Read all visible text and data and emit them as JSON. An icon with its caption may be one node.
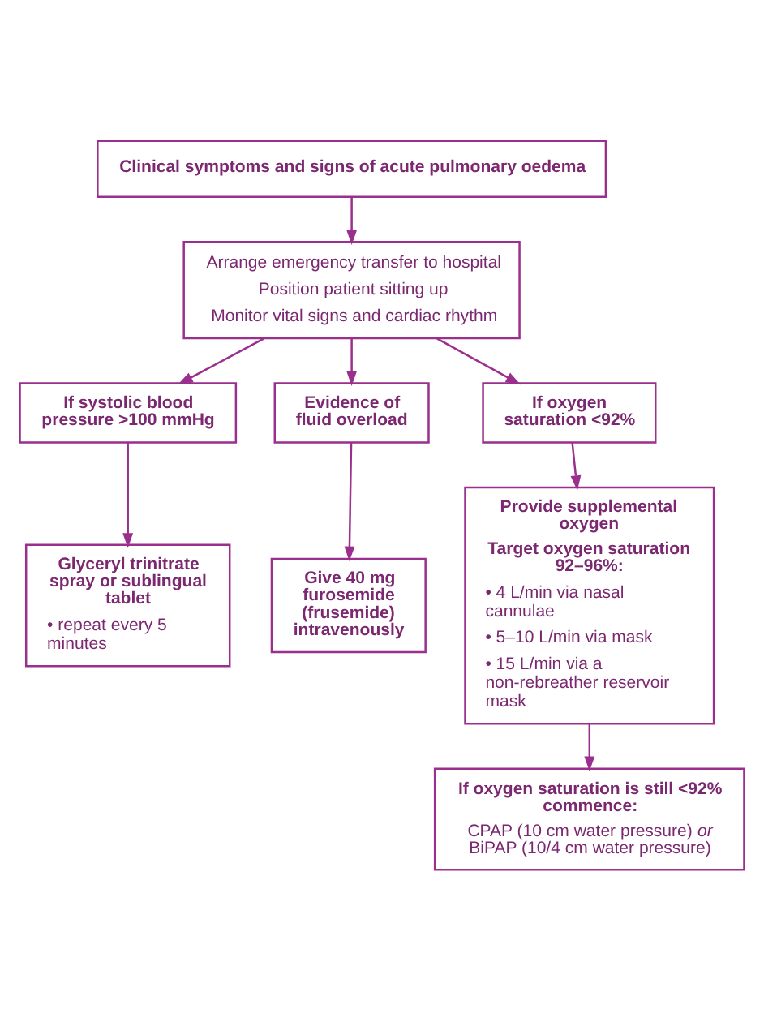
{
  "diagram": {
    "nodes": [
      {
        "text": [
          "Clinical symptoms and signs of acute pulmonary oedema"
        ]
      },
      {
        "text": [
          "Arrange emergency transfer to hospital",
          "Position patient sitting up",
          "Monitor vital signs and cardiac rhythm"
        ]
      },
      {
        "text": [
          "If systolic blood pressure >100 mmHg"
        ]
      },
      {
        "text": [
          "Evidence of fluid overload"
        ]
      },
      {
        "text": [
          "If oxygen saturation <92%"
        ]
      },
      {
        "text": [
          "Glyceryl trinitrate spray or sublingual tablet",
          "• repeat every 5 minutes"
        ]
      },
      {
        "text": [
          "Give 40 mg furosemide (frusemide) intravenously"
        ]
      },
      {
        "text": [
          "Provide supplemental oxygen",
          "Target oxygen saturation 92–96%:",
          "• 4 L/min via nasal cannulae",
          "• 5–10 L/min via mask",
          "• 15 L/min via a non-rebreather reservoir mask"
        ]
      },
      {
        "text": [
          "If oxygen saturation is still <92% commence:",
          "CPAP (10 cm water pressure) *or* BiPAP (10/4 cm water pressure)"
        ]
      }
    ],
    "edges": [
      {
        "from": 0,
        "to": 1,
        "arrow": "to"
      },
      {
        "from": 1,
        "to": 2,
        "arrow": "to"
      },
      {
        "from": 1,
        "to": 3,
        "arrow": "to"
      },
      {
        "from": 1,
        "to": 4,
        "arrow": "to"
      },
      {
        "from": 2,
        "to": 5,
        "arrow": "to"
      },
      {
        "from": 3,
        "to": 6,
        "arrow": "to"
      },
      {
        "from": 4,
        "to": 7,
        "arrow": "to"
      },
      {
        "from": 7,
        "to": 8,
        "arrow": "to"
      }
    ]
  }
}
